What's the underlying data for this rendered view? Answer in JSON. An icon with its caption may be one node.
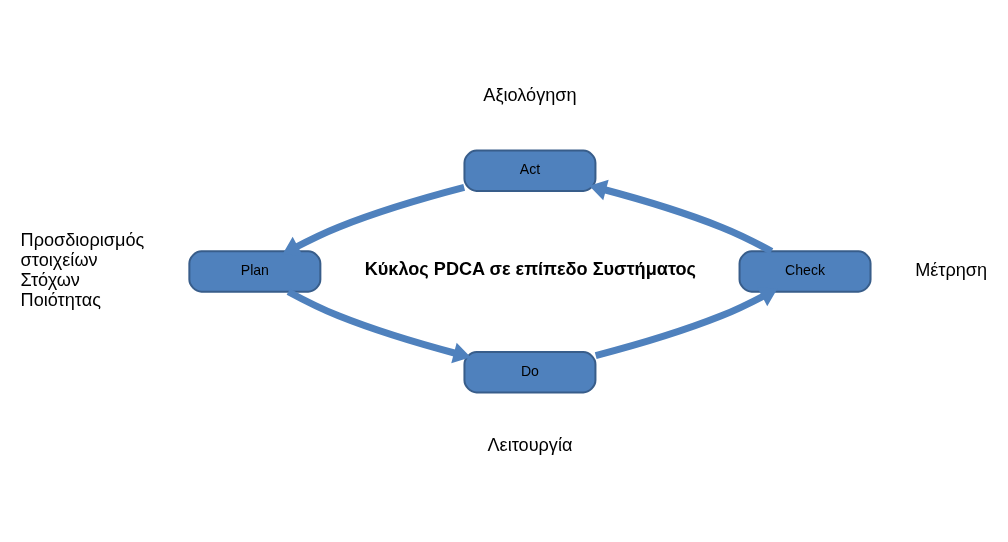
{
  "diagram": {
    "nodes": [
      {
        "text": [
          "Act"
        ],
        "beside": [
          "Αξιολόγηση"
        ]
      },
      {
        "text": [
          "Plan"
        ],
        "beside": [
          "Προσδιορισμός στοιχείων Στόχων Ποιότητας"
        ]
      },
      {
        "text": [
          "Check"
        ],
        "beside": [
          "Μέτρηση"
        ]
      },
      {
        "text": [
          "Do"
        ],
        "beside": [
          "Λειτουργία"
        ]
      }
    ],
    "edges": [
      {
        "from": 0,
        "to": 1,
        "arrow": "to"
      },
      {
        "from": 1,
        "to": 3,
        "arrow": "to"
      },
      {
        "from": 3,
        "to": 2,
        "arrow": "to"
      },
      {
        "from": 2,
        "to": 0,
        "arrow": "to"
      }
    ],
    "labels": [
      "Κύκλος PDCA σε επίπεδο Συστήματος"
    ]
  }
}
